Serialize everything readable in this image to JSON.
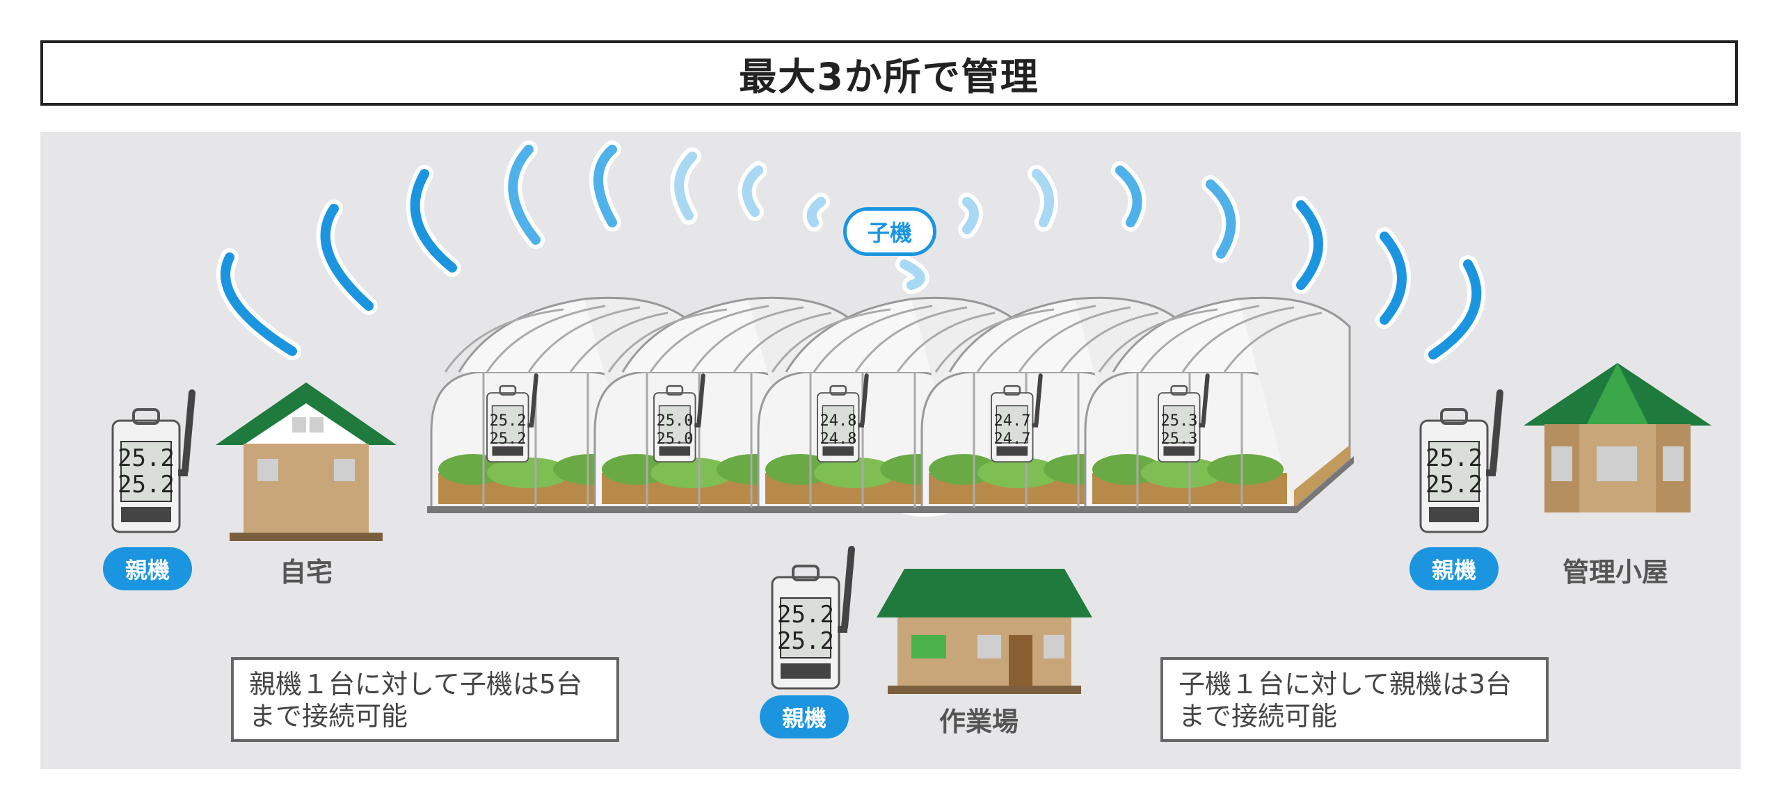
{
  "title": "最大3か所で管理",
  "child_label": "子機",
  "parent_label": "親機",
  "places": {
    "home": "自宅",
    "workshop": "作業場",
    "hut": "管理小屋"
  },
  "notes": {
    "left": [
      "親機１台に対して子機は5台",
      "まで接続可能"
    ],
    "right": [
      "子機１台に対して親機は3台",
      "まで接続可能"
    ]
  },
  "greenhouse_readings": [
    [
      "25.2",
      "25.2"
    ],
    [
      "25.0",
      "25.0"
    ],
    [
      "24.8",
      "24.8"
    ],
    [
      "24.7",
      "24.7"
    ],
    [
      "25.3",
      "25.3"
    ]
  ],
  "parent_readings": [
    [
      "25.2",
      "25.2"
    ],
    [
      "25.2",
      "25.2"
    ],
    [
      "25.2",
      "25.2"
    ]
  ],
  "colors": {
    "wave": "#1b95e0",
    "wave_light": "#a9d8f5",
    "roof_green": "#1f7a3e",
    "wall_tan": "#c9a67a",
    "panel_bg": "#e6e6e8"
  }
}
